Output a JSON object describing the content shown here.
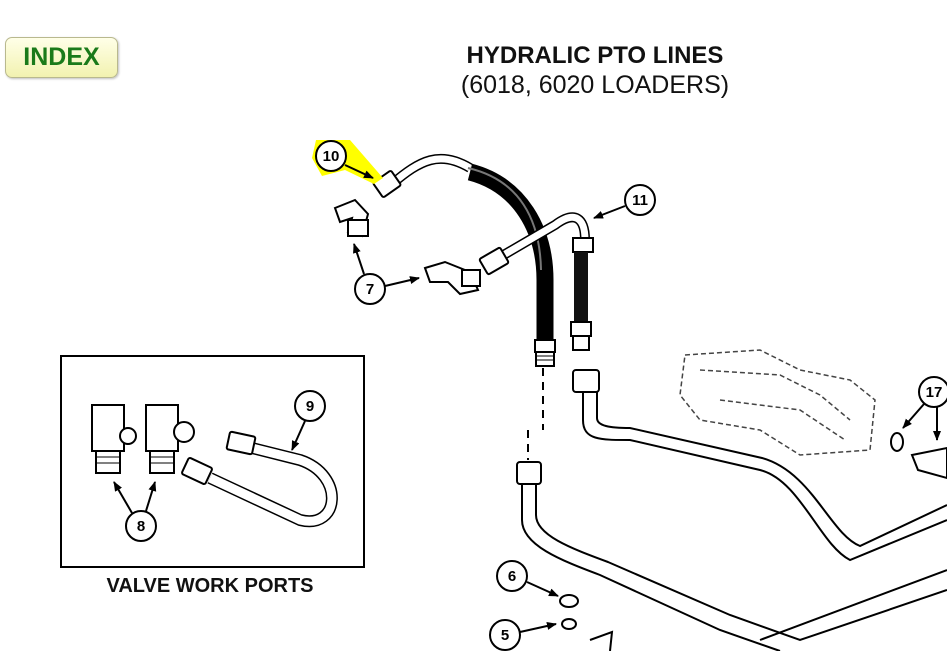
{
  "nav": {
    "index_label": "INDEX"
  },
  "header": {
    "title": "HYDRALIC PTO LINES",
    "subtitle": "(6018, 6020 LOADERS)"
  },
  "inset": {
    "caption": "VALVE WORK PORTS"
  },
  "callouts": {
    "c5": "5",
    "c6": "6",
    "c7": "7",
    "c8": "8",
    "c9": "9",
    "c10": "10",
    "c11": "11",
    "c17": "17"
  },
  "colors": {
    "highlight": "#ffff00",
    "index_text": "#1a7a1a"
  }
}
